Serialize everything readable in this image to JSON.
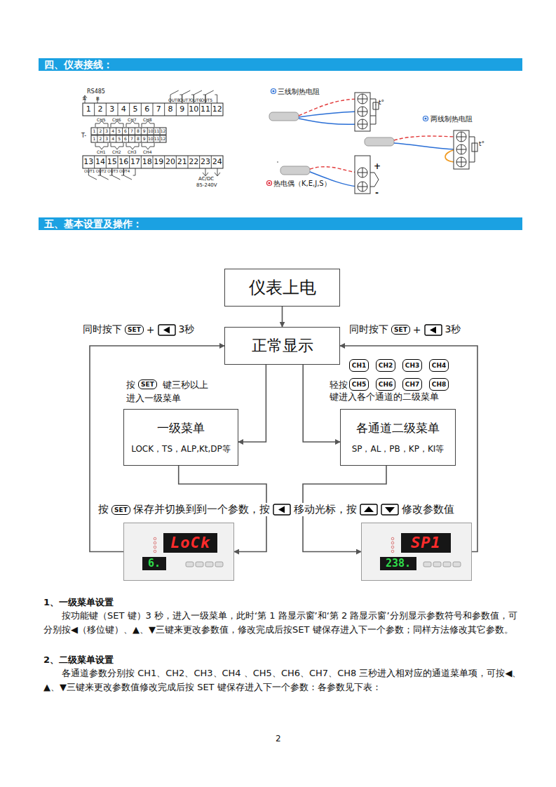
{
  "diagram": {
    "nodes": [
      {
        "text": [
          "四、仪表接线："
        ]
      },
      {
        "text": [
          "五、基本设置及操作："
        ]
      },
      {
        "text": [
          "仪表上电"
        ]
      },
      {
        "text": [
          "正常显示"
        ]
      },
      {
        "text": [
          "一级菜单",
          "LOCK，TS，ALP,Kt,DP等"
        ]
      },
      {
        "text": [
          "各通道二级菜单",
          "SP，AL，PB，KP，KI等"
        ]
      },
      {
        "text": [
          "LoCk",
          "6."
        ]
      },
      {
        "text": [
          "SP1",
          "238."
        ]
      }
    ],
    "edges": [
      {
        "from": 2,
        "to": 3,
        "arrow": "to"
      },
      {
        "from": 3,
        "to": 4,
        "arrow": "to"
      },
      {
        "from": 3,
        "to": 5,
        "arrow": "to"
      },
      {
        "from": 4,
        "to": 6,
        "arrow": "to"
      },
      {
        "from": 5,
        "to": 7,
        "arrow": "to"
      },
      {
        "from": 6,
        "to": 3,
        "arrow": "to"
      },
      {
        "from": 7,
        "to": 3,
        "arrow": "to"
      }
    ],
    "labels": [
      "RS485",
      "A",
      "B",
      "1",
      "2",
      "3",
      "4",
      "5",
      "6",
      "7",
      "8",
      "9",
      "10",
      "11",
      "12",
      "OUT8",
      "OUT7",
      "OUT6",
      "OUT5",
      "CH5",
      "CH6",
      "CH7",
      "CH8",
      "T-",
      "1",
      "2",
      "3",
      "4",
      "5",
      "6",
      "7",
      "8",
      "9",
      "10",
      "11",
      "12",
      "1",
      "2",
      "3",
      "4",
      "5",
      "6",
      "7",
      "8",
      "9",
      "10",
      "11",
      "12",
      "CH1",
      "CH2",
      "CH3",
      "CH4",
      "13",
      "14",
      "15",
      "16",
      "17",
      "18",
      "19",
      "20",
      "21",
      "22",
      "23",
      "24",
      "OUT1",
      "OUT2",
      "OUT3",
      "OUT4",
      "AC/DC",
      "85-240V",
      "三线制热电阻",
      "t°",
      "两线制热电阻",
      "t°",
      "热电偶（K,E,J,S）",
      "+",
      "-",
      "同时按下",
      "SET",
      "+",
      "3秒",
      "同时按下",
      "SET",
      "+",
      "3秒",
      "按",
      "SET",
      "键三秒以上进入一级菜单",
      "CH1",
      "CH2",
      "CH3",
      "CH4",
      "CH5",
      "CH6",
      "CH7",
      "CH8",
      "轻按",
      "键进入各个通道的二级菜单",
      "按",
      "SET",
      "保存并切换到到一个参数，按",
      "移动光标，按",
      "修改参数值",
      "1、一级菜单设置",
      "按功能键（SET 键）3 秒，进入一级菜单，此时‘第 1 路显示窗’和‘第 2 路显示窗’分别显示参数符号和参数值，可分别按◀（移位键）、▲、▼三键来更改参数值，修改完成后按SET 键保存进入下一个参数；同样方法修改其它参数。",
      "2、二级菜单设置",
      "各通道参数分别按 CH1、CH2、CH3、CH4 、CH5、CH6、CH7、CH8 三秒进入相对应的通道菜单项，可按◀、▲、▼三键来更改参数值修改完成后按 SET 键保存进入下一个参数：各参数见下表：",
      "2"
    ]
  }
}
